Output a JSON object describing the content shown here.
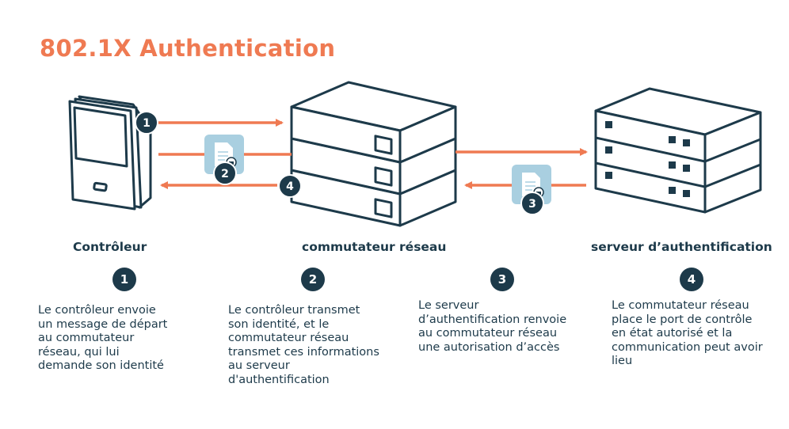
{
  "title": "802.1X Authentication",
  "colors": {
    "accent": "#ef7a52",
    "dark": "#1d3a4a",
    "document_badge": "#a9cfe0"
  },
  "icons": [
    "controller-device-icon",
    "network-switch-icon",
    "authentication-server-icon",
    "document-lock-icon"
  ],
  "flow_markers": [
    "1",
    "2",
    "3",
    "4"
  ],
  "components": {
    "controller": "Contrôleur",
    "switch": "commutateur réseau",
    "server": "serveur d’authentification"
  },
  "steps": [
    {
      "number": "1",
      "text": "Le contrôleur envoie\nun message de départ\nau commutateur\nréseau, qui lui\ndemande son identité"
    },
    {
      "number": "2",
      "text": "Le contrôleur transmet\nson identité, et le\ncommutateur réseau\ntransmet ces informations\nau serveur\nd'authentification"
    },
    {
      "number": "3",
      "text": "Le serveur\nd’authentification renvoie\nau commutateur réseau\nune autorisation d’accès"
    },
    {
      "number": "4",
      "text": "Le commutateur réseau\nplace le port de contrôle\nen état autorisé et la\ncommunication peut avoir\nlieu"
    }
  ]
}
